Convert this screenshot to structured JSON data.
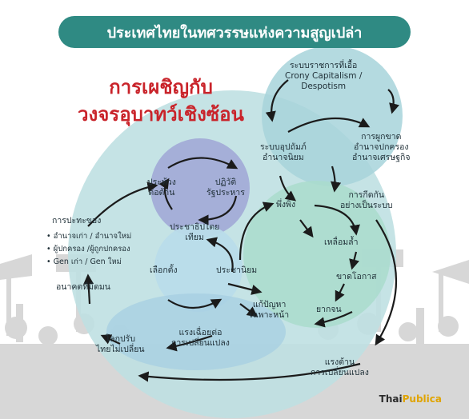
{
  "title": "ประเทศไทยในทศวรรษแห่งความสูญเปล่า",
  "headline": [
    "การเผชิญกับ",
    "วงจรอุบาทว์เชิงซ้อน"
  ],
  "labels": {
    "crony": [
      "ระบบราชการที่เอื้อ",
      "Crony Capitalism /",
      "Despotism"
    ],
    "monopoly": [
      "การผูกขาด",
      "อำนาจปกครอง",
      "อำนาจเศรษฐกิจ"
    ],
    "conservative": [
      "ระบบอุปถัมภ์",
      "อำนาจนิยม"
    ],
    "exclusion": [
      "การกีดกัน",
      "อย่างเป็นระบบ"
    ],
    "dependence": "พึ่งพิง",
    "inequality": "เหลื่อมล้ำ",
    "lack_opportunity": "ขาดโอกาส",
    "poverty": "ยากจน",
    "resist_right": [
      "แรงต้าน",
      "การเปลี่ยนแปลง"
    ],
    "resist_left": [
      "แรงเฉื่อยต่อ",
      "การเปลี่ยนแปลง"
    ],
    "quick_fix": [
      "แก้ปัญหา",
      "เฉพาะหน้า"
    ],
    "populism": "ประชานิยม",
    "election": "เลือกตั้ง",
    "democracy": [
      "ประชาธิปไตย",
      "เทียม"
    ],
    "coup": [
      "ปฏิวัติ",
      "รัฐประหาร"
    ],
    "hindered": [
      "ประท้วง",
      "ต่อต้าน"
    ],
    "world_changes": [
      "โลกปรับ",
      "ไทยไม่เปลี่ยน"
    ],
    "dark_future": "อนาคตที่มืดมน",
    "conflict": "การปะทะของ"
  },
  "bullets": [
    "อำนาจเก่า / อำนาจใหม่",
    "ผู้ปกครอง /ผู้ถูกปกครอง",
    "Gen เก่า / Gen ใหม่"
  ],
  "brand": {
    "main": "Thai",
    "sub": "Publica"
  },
  "colors": {
    "title_bg": "#2f8a83",
    "headline": "#c9232a",
    "big_circle": "#bfe0e2",
    "teal_circle": "#a8d8cf",
    "purple_circle": "#9fa6d6",
    "blue_circle": "#b9dcea"
  }
}
